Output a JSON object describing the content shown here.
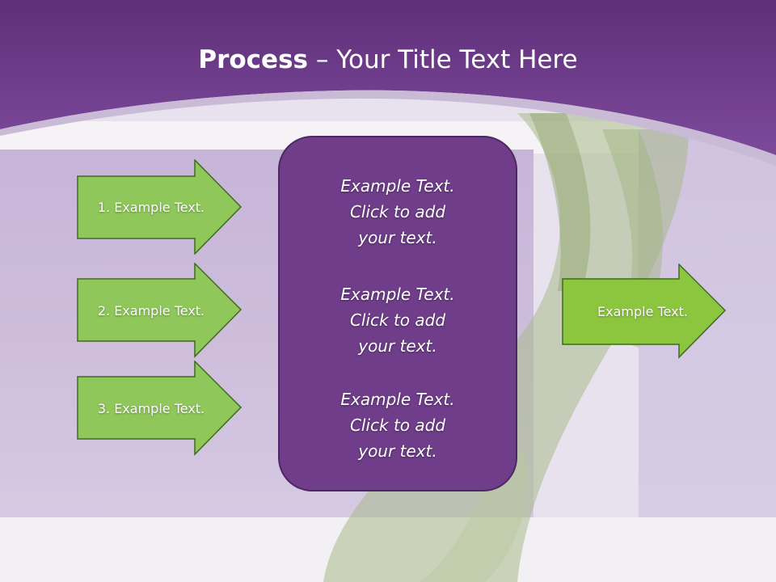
{
  "slide": {
    "title_bold": "Process",
    "title_rest": " – Your Title Text Here"
  },
  "left_arrows": [
    {
      "label": "1. Example Text."
    },
    {
      "label": "2. Example Text."
    },
    {
      "label": "3. Example Text."
    }
  ],
  "center_box": {
    "blocks": [
      {
        "lines": [
          "Example Text.",
          "Click  to add",
          "your text."
        ]
      },
      {
        "lines": [
          "Example Text.",
          "Click  to add",
          "your text."
        ]
      },
      {
        "lines": [
          "Example Text.",
          "Click  to add",
          "your text."
        ]
      }
    ]
  },
  "right_arrow": {
    "label": "Example Text."
  },
  "colors": {
    "header_purple": "#6b3a86",
    "box_purple": "#6f3d8a",
    "arrow_green": "#8fc75a",
    "arrow_green_right": "#8cc63f",
    "arrow_border": "#3f6b1f"
  }
}
